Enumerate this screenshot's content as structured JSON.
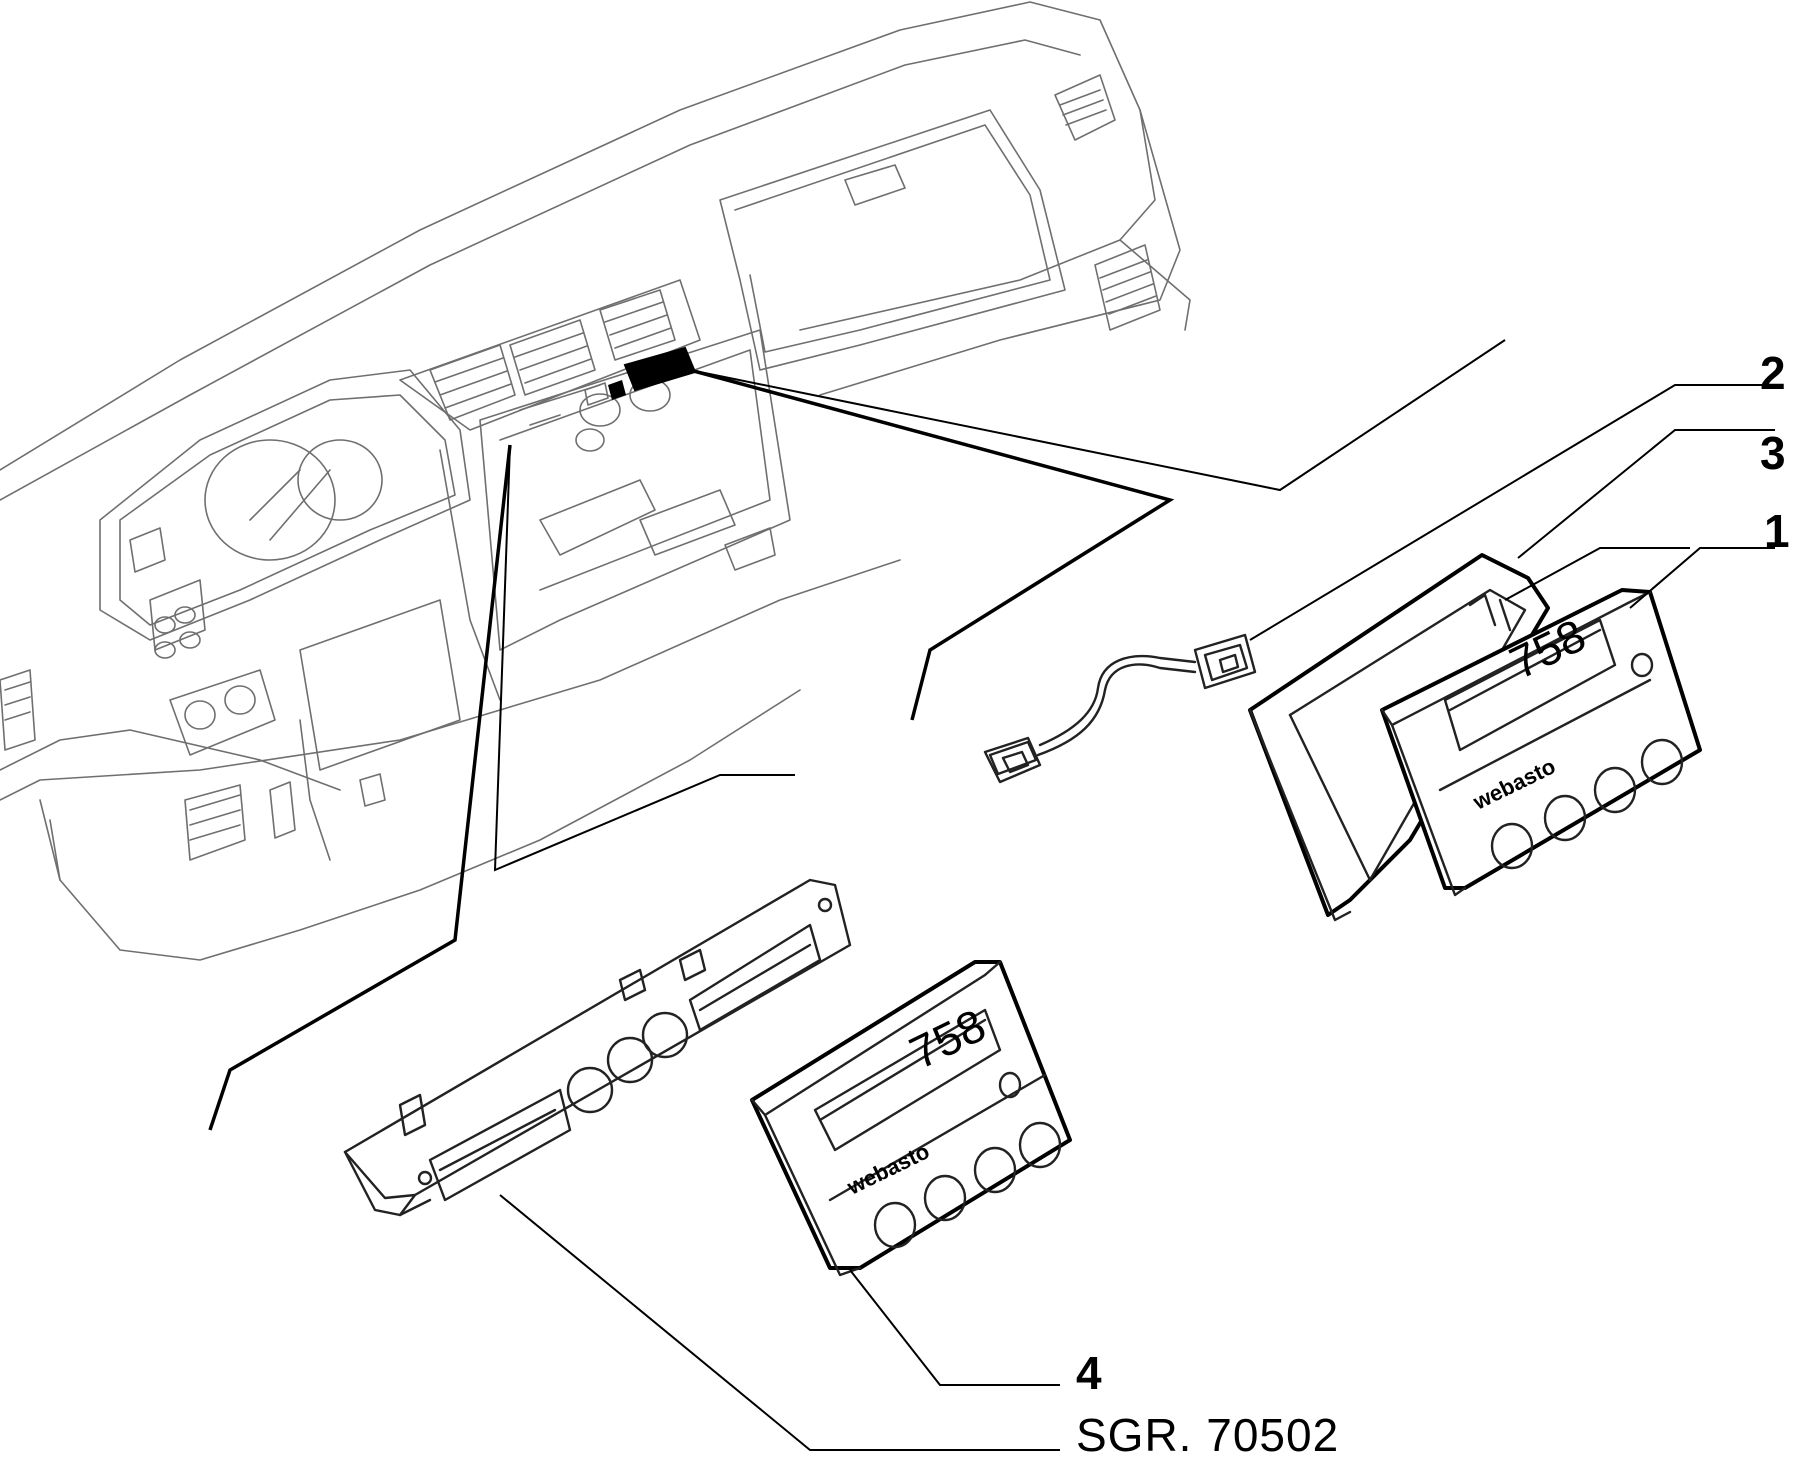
{
  "callouts": [
    {
      "id": "1",
      "text": "1"
    },
    {
      "id": "2",
      "text": "2"
    },
    {
      "id": "3",
      "text": "3"
    },
    {
      "id": "4",
      "text": "4"
    }
  ],
  "reference": "SGR. 70502",
  "display": {
    "readout": "758",
    "brand": "webasto"
  },
  "colors": {
    "line": "#000000",
    "thin_line": "#6f6f6f",
    "background": "#ffffff"
  }
}
